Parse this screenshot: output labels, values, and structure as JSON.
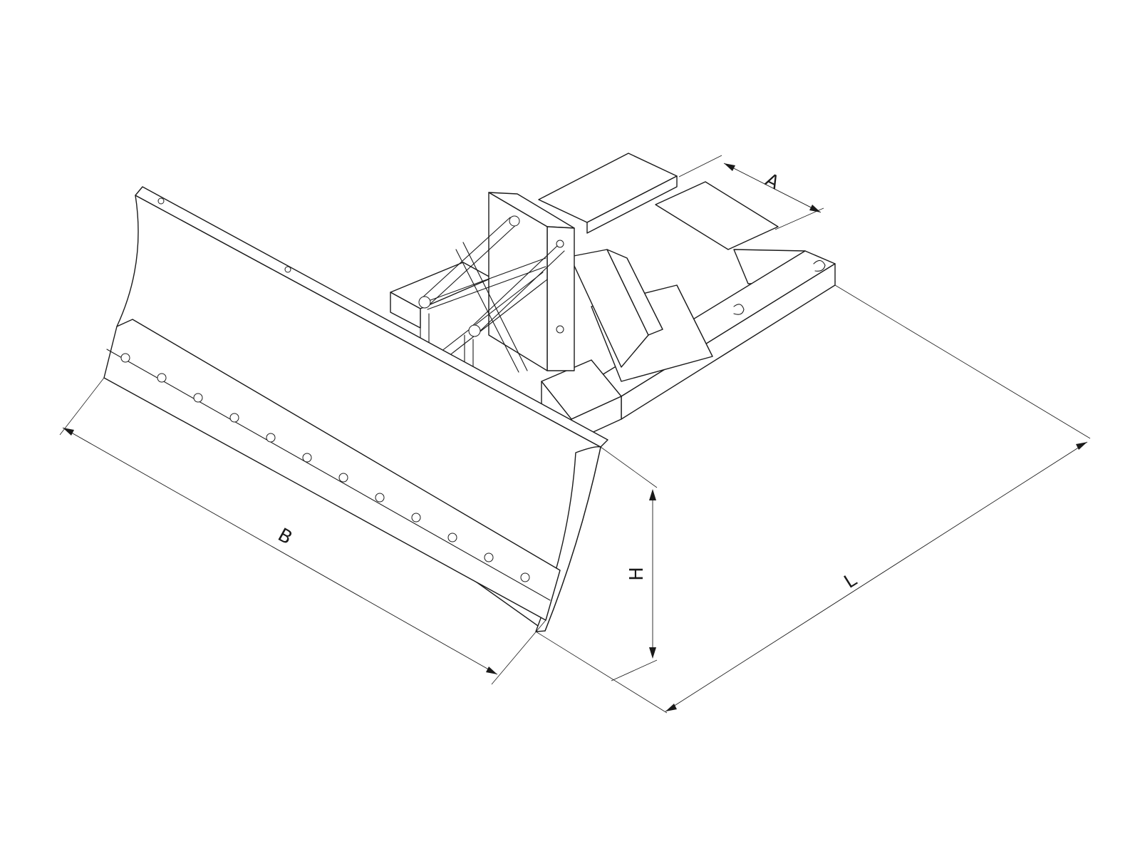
{
  "drawing": {
    "dimensions": {
      "a": {
        "label": "A"
      },
      "b": {
        "label": "B"
      },
      "h": {
        "label": "H"
      },
      "l": {
        "label": "L"
      }
    },
    "line_color": "#1a1a1a",
    "background": "#ffffff"
  }
}
